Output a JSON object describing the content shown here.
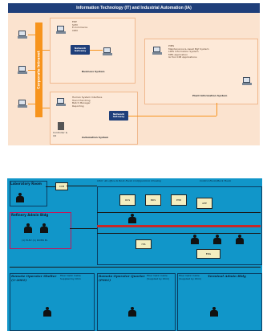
{
  "top": {
    "title": "Information Technology (IT) and Industrial Automation (IA)",
    "intranet_label": "Corporate Intranet",
    "business": {
      "items": [
        "ERP",
        "SCM",
        "E-Commerce",
        "CRM"
      ],
      "gateway": "Network Gateway",
      "system_label": "Business System"
    },
    "plant": {
      "items": [
        "PIMS",
        "Maintenance & Asset Mgt System",
        "LIMS Information System",
        "MES Application",
        "IA Tool CIM Applications"
      ],
      "gateway": "Network Gateway",
      "system_label": "Plant Information System"
    },
    "automation": {
      "items": [
        "Human System Interface",
        "Trend Handling",
        "Batch Manager",
        "Reporting"
      ],
      "gateway": "Network Gateway",
      "controller_label": "Controller & I/O",
      "system_label": "Automation System"
    }
  },
  "bottom": {
    "ccb": "CCB",
    "laboratory": "Laboratory Room",
    "diagram_title": "Ohm' AS office & Back Room Configuration Drawing",
    "control_room": "Control Room/Back Room",
    "refinery": "Refinery Admin Bldg",
    "refinery_note": "(1) ELEV (1) RIVER Bl.",
    "remote_shelter": "Remote Operator Shelter (1-2001)",
    "remote_quarter": "Remote Operator Quarter (P001)",
    "terminal": "Terminal Admin Bldg",
    "fiber1": "Fiber Optic Cable Supplied by Ohm",
    "fiber2": "Fiber Optic Cable (Supplied by Ohm)",
    "fiber3": "Fiber Optic Cable (Supplied by Ohm)",
    "box_labels": [
      "OCS",
      "BDS",
      "PHD",
      "APP",
      "HIS",
      "ENG"
    ]
  }
}
